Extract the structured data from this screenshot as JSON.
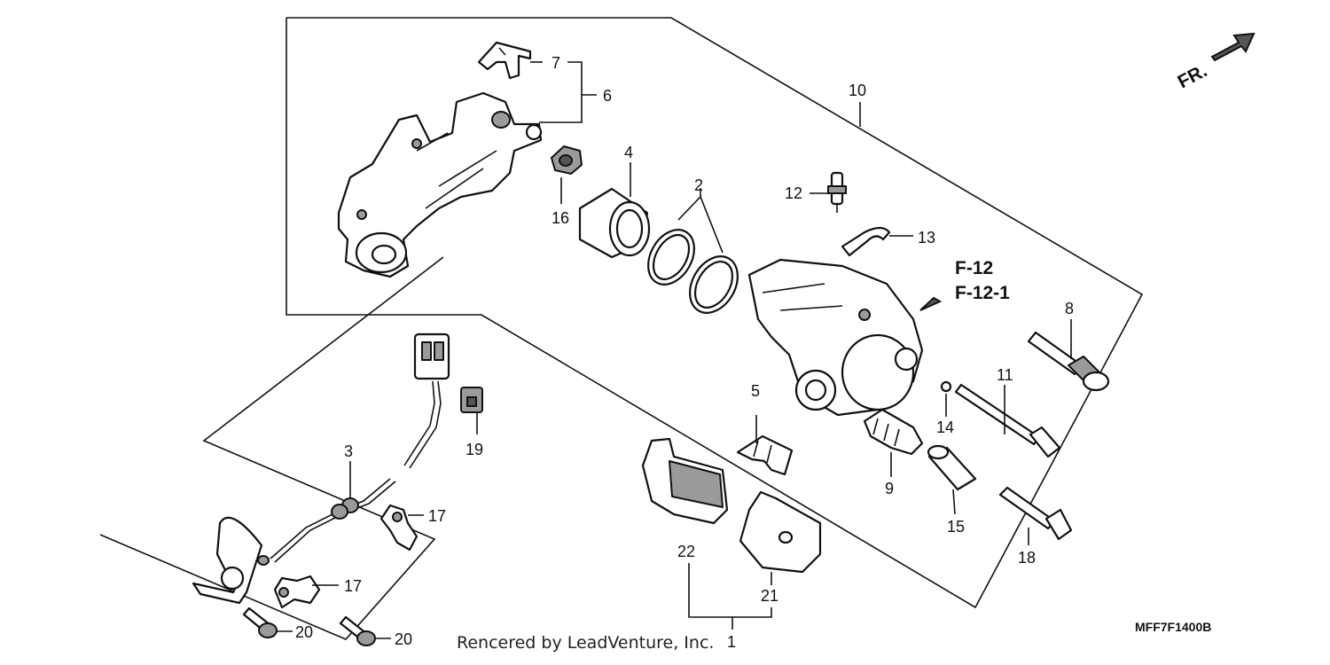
{
  "callouts": {
    "c1": "1",
    "c2": "2",
    "c3": "3",
    "c4": "4",
    "c5": "5",
    "c6": "6",
    "c7": "7",
    "c8": "8",
    "c9": "9",
    "c10": "10",
    "c11": "11",
    "c12": "12",
    "c13": "13",
    "c14": "14",
    "c15": "15",
    "c16": "16",
    "c17a": "17",
    "c17b": "17",
    "c18": "18",
    "c19": "19",
    "c20a": "20",
    "c20b": "20",
    "c21": "21",
    "c22": "22"
  },
  "references": {
    "ref1": "F-12",
    "ref2": "F-12-1"
  },
  "orientation_label": "FR.",
  "diagram_code": "MFF7F1400B",
  "credit": "Rencered by LeadVenture, Inc."
}
